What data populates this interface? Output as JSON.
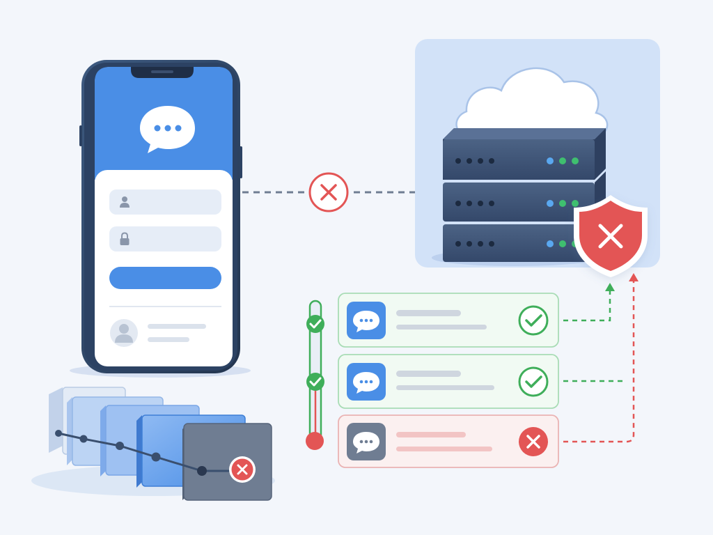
{
  "colors": {
    "background": "#f3f6fb",
    "primary_blue": "#4a8ee6",
    "navy": "#3a4f6e",
    "success_green": "#3fae5a",
    "error_red": "#e35555",
    "neutral_gray": "#6f7d92",
    "cloud_panel": "#d2e2f8"
  },
  "icons": {
    "chat_bubble": "chat-bubble-icon",
    "user": "user-icon",
    "lock": "lock-icon",
    "cloud": "cloud-icon",
    "server": "server-icon",
    "shield": "shield-x-icon",
    "check": "check-icon",
    "error": "x-icon"
  },
  "phone_login": {
    "fields": [
      "username",
      "password"
    ],
    "has_submit_button": true,
    "has_profile_row": true
  },
  "connection": {
    "status": "failed"
  },
  "message_rows": [
    {
      "status": "success",
      "color": "#3fae5a"
    },
    {
      "status": "success",
      "color": "#3fae5a"
    },
    {
      "status": "failed",
      "color": "#e35555"
    }
  ],
  "timeline_cards": {
    "count": 5,
    "final_status": "failed"
  }
}
